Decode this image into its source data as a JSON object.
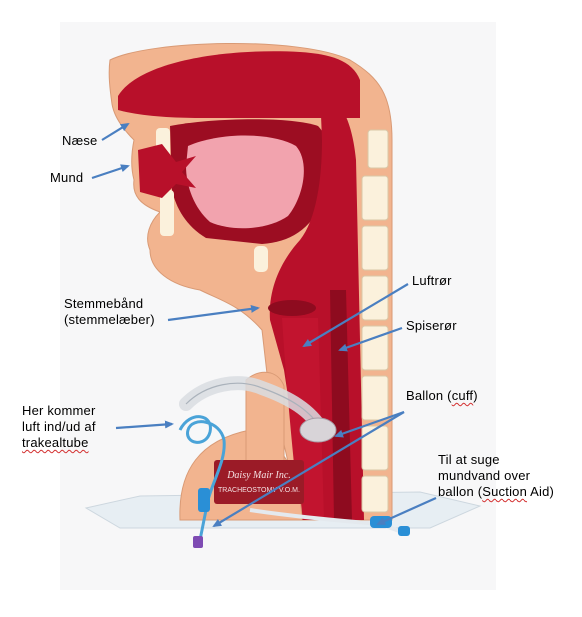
{
  "labels": {
    "naese": "Næse",
    "mund": "Mund",
    "stemmebaand_line1": "Stemmebånd",
    "stemmebaand_line2": "(stemmelæber)",
    "luftroer": "Luftrør",
    "spiseroer": "Spiserør",
    "ballon_prefix": "Ballon (",
    "ballon_cuff": "cuff",
    "ballon_suffix": ")",
    "her_line1": "Her kommer",
    "her_line2": "luft ind/ud af",
    "her_line3": "trakealtube",
    "suge_line1": "Til at suge",
    "suge_line2": "mundvand over",
    "suge_line3_prefix": "ballon (",
    "suge_line3_suction": "Suction",
    "suge_line3_suffix": " Aid)"
  },
  "product_plate": {
    "brand": "Daisy Mair Inc.",
    "subtitle": "TRACHEOSTOMY V.O.M."
  },
  "colors": {
    "arrow": "#4a7fc1",
    "skin": "#f2b48f",
    "red": "#b8102a",
    "dark_red": "#8e0b1f",
    "pink": "#f2a3ae",
    "cartilage": "#fbf1dc",
    "base": "#e7eef3"
  }
}
